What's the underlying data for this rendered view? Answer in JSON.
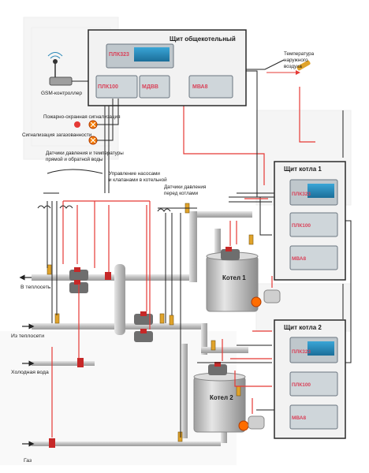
{
  "panels": {
    "main": {
      "title": "Щит общекотельный",
      "devices": [
        "ПЛК323",
        "ПЛК100",
        "МДВВ",
        "МВА8"
      ]
    },
    "boiler1": {
      "title": "Щит котла 1",
      "devices": [
        "ПЛК323",
        "ПЛК100",
        "МВА8"
      ]
    },
    "boiler2": {
      "title": "Щит котла 2",
      "devices": [
        "ПЛК323",
        "ПЛК100",
        "МВА8"
      ]
    }
  },
  "labels": {
    "gsm": "GSM-контроллер",
    "fire_alarm": "Пожарно-охранная сигнализация",
    "gas_alarm": "Сигнализация загазованности",
    "sensors_line1": "Датчики давления и температуры",
    "sensors_line2": "прямой и обратной воды",
    "pumps_line1": "Управление насосами",
    "pumps_line2": "и клапанами в котельной",
    "pressure_line1": "Датчики давления",
    "pressure_line2": "перед котлами",
    "outdoor_line1": "Температура",
    "outdoor_line2": "наружного",
    "outdoor_line3": "воздуха",
    "to_heat": "В теплосеть",
    "from_heat": "Из теплосети",
    "cold_water": "Холодная вода",
    "gas": "Газ",
    "boiler1": "Котел 1",
    "boiler2": "Котел 2"
  },
  "colors": {
    "signal_red": "#e53935",
    "line_black": "#222222",
    "pipe_gray": "#c8c8c8",
    "device_blue": "#2a88b8",
    "device_label": "#d9435a",
    "panel_bg": "#f2f2f2"
  }
}
